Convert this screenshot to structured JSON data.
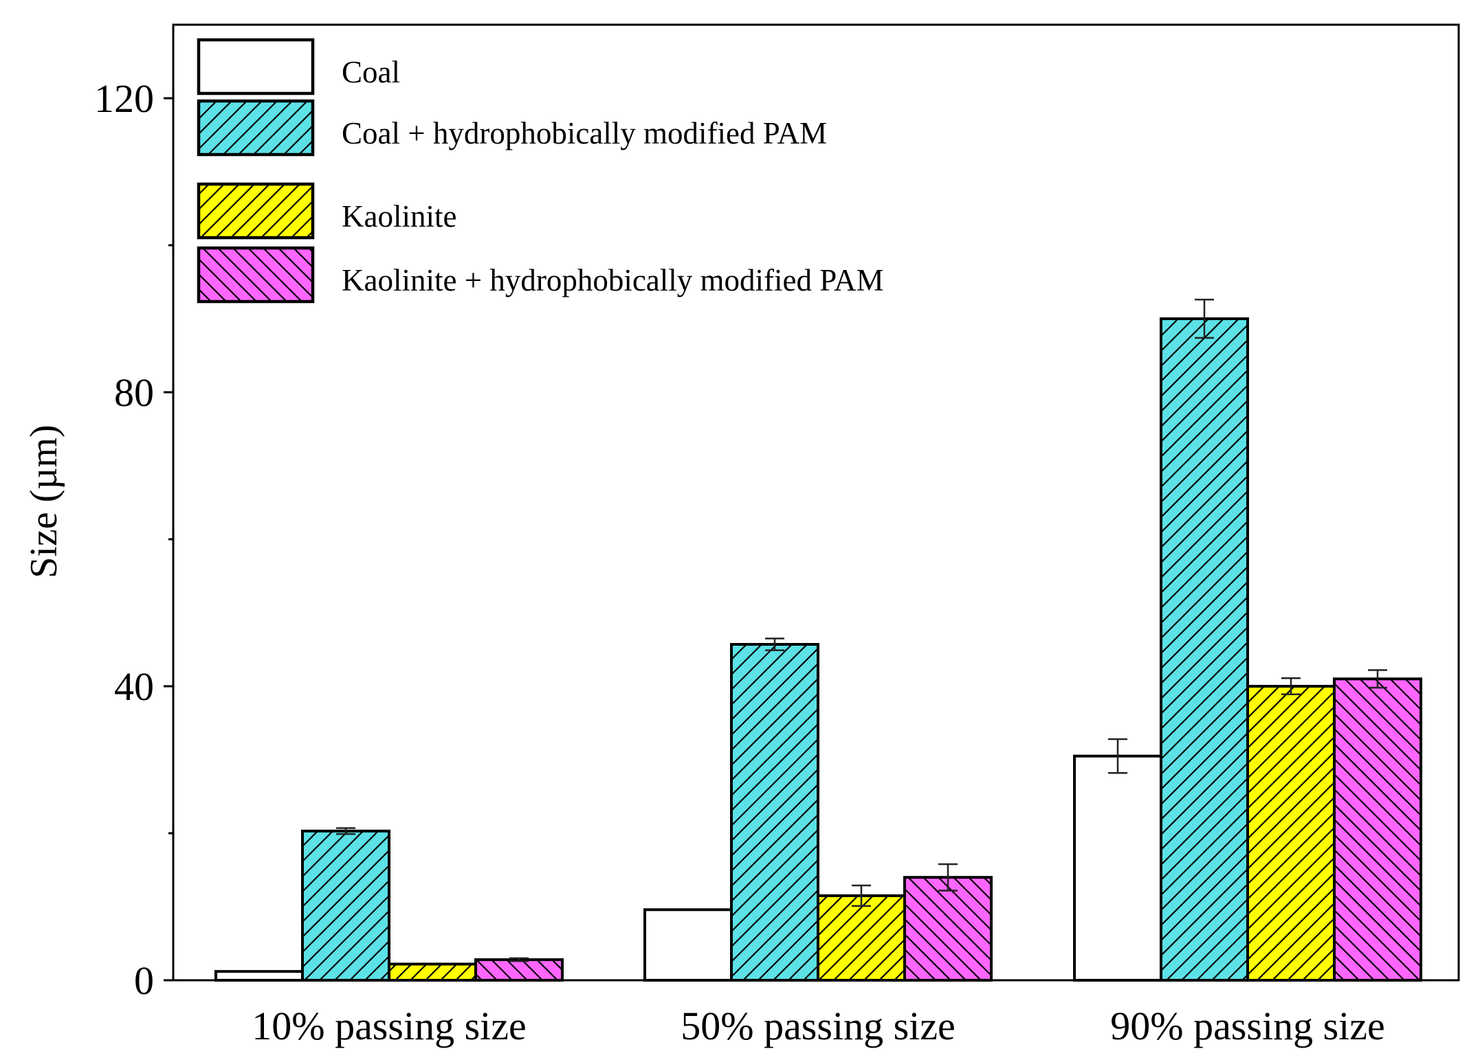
{
  "chart_data": {
    "type": "bar",
    "title": "",
    "xlabel": "",
    "ylabel": "Size (µm)",
    "ylim": [
      0,
      130
    ],
    "yticks": [
      0,
      40,
      80,
      120
    ],
    "yticks_minor": [
      20,
      60,
      100
    ],
    "grid": false,
    "legend_position": "top-left",
    "categories": [
      "10% passing size",
      "50% passing size",
      "90% passing size"
    ],
    "series": [
      {
        "name": "Coal",
        "color": "#ffffff",
        "pattern": "none",
        "values": [
          1.2,
          9.6,
          30.5
        ],
        "errors": [
          0.0,
          0.0,
          2.3
        ]
      },
      {
        "name": "Coal + hydrophobically modified PAM",
        "color": "#5ce1e6",
        "pattern": "hatch-forward",
        "values": [
          20.3,
          45.7,
          90.0
        ],
        "errors": [
          0.4,
          0.8,
          2.6
        ]
      },
      {
        "name": "Kaolinite",
        "color": "#ffff00",
        "pattern": "hatch-forward",
        "values": [
          2.2,
          11.5,
          40.0
        ],
        "errors": [
          0.0,
          1.4,
          1.1
        ]
      },
      {
        "name": "Kaolinite + hydrophobically modified PAM",
        "color": "#ff66ff",
        "pattern": "hatch-backward",
        "values": [
          2.8,
          14.0,
          41.0
        ],
        "errors": [
          0.2,
          1.8,
          1.2
        ]
      }
    ]
  }
}
